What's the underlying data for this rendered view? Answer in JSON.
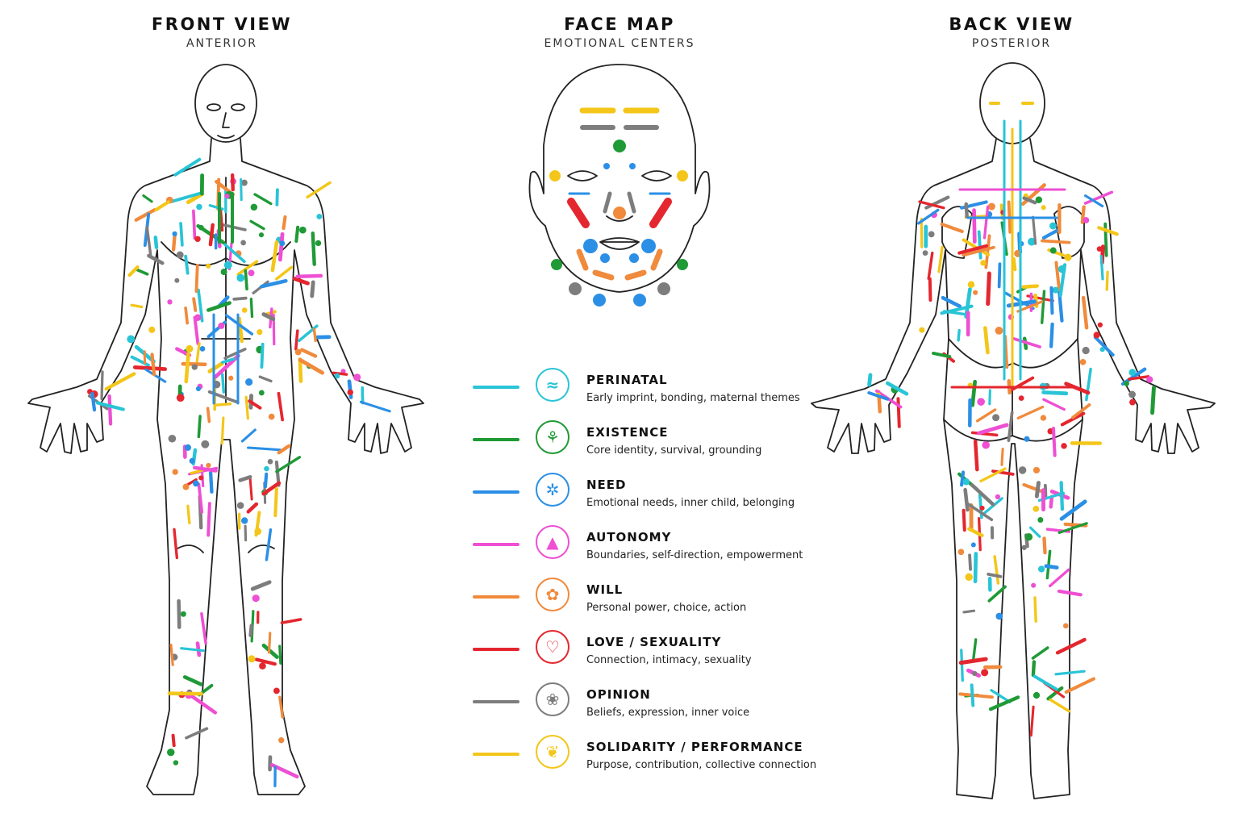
{
  "titles": {
    "front": {
      "title": "FRONT VIEW",
      "subtitle": "ANTERIOR"
    },
    "face": {
      "title": "FACE MAP",
      "subtitle": "EMOTIONAL CENTERS"
    },
    "back": {
      "title": "BACK VIEW",
      "subtitle": "POSTERIOR"
    }
  },
  "colors": {
    "perinatal": "#29c4d6",
    "existence": "#1f9a36",
    "need": "#2b8fe6",
    "autonomy": "#ee4fd3",
    "will": "#f08a3c",
    "love": "#e4262e",
    "opinion": "#7d7d7d",
    "solidarity": "#f3c619",
    "outline": "#222222"
  },
  "legend": [
    {
      "key": "perinatal",
      "name": "PERINATAL",
      "desc": "Early imprint, bonding, maternal themes",
      "icon": "wave-icon",
      "glyph": "≈"
    },
    {
      "key": "existence",
      "name": "EXISTENCE",
      "desc": "Core identity, survival, grounding",
      "icon": "sprout-icon",
      "glyph": "⚘"
    },
    {
      "key": "need",
      "name": "NEED",
      "desc": "Emotional needs, inner child, belonging",
      "icon": "butterfly-icon",
      "glyph": "✲"
    },
    {
      "key": "autonomy",
      "name": "AUTONOMY",
      "desc": "Boundaries, self-direction, empowerment",
      "icon": "flame-icon",
      "glyph": "▲"
    },
    {
      "key": "will",
      "name": "WILL",
      "desc": "Personal power, choice, action",
      "icon": "flower-icon",
      "glyph": "✿"
    },
    {
      "key": "love",
      "name": "LOVE / SEXUALITY",
      "desc": "Connection, intimacy, sexuality",
      "icon": "heart-icon",
      "glyph": "♡"
    },
    {
      "key": "opinion",
      "name": "OPINION",
      "desc": "Beliefs, expression, inner voice",
      "icon": "petals-icon",
      "glyph": "❀"
    },
    {
      "key": "solidarity",
      "name": "SOLIDARITY / PERFORMANCE",
      "desc": "Purpose, contribution, collective connection",
      "icon": "lotus-icon",
      "glyph": "❦"
    }
  ]
}
